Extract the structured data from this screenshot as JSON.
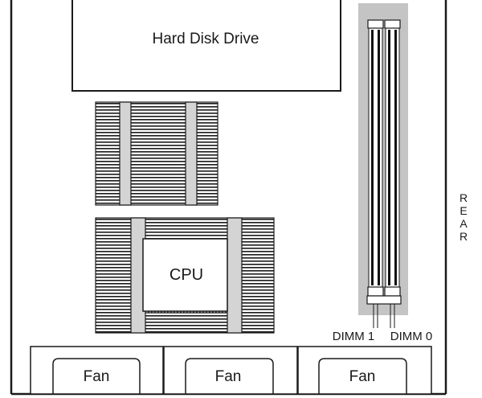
{
  "hdd": {
    "label": "Hard Disk Drive"
  },
  "cpu": {
    "label": "CPU"
  },
  "fans": [
    {
      "label": "Fan"
    },
    {
      "label": "Fan"
    },
    {
      "label": "Fan"
    }
  ],
  "dimms": [
    {
      "label": "DIMM 1"
    },
    {
      "label": "DIMM 0"
    }
  ],
  "side_label": {
    "letters": [
      "R",
      "E",
      "A",
      "R"
    ]
  },
  "colors": {
    "outline": "#1a1a1a",
    "fins": "#1a1a1a",
    "clip_gray": "#d4d4d4",
    "slot_tray": "#c4c4c4",
    "dimm_fill": "#111111",
    "background": "#ffffff"
  }
}
